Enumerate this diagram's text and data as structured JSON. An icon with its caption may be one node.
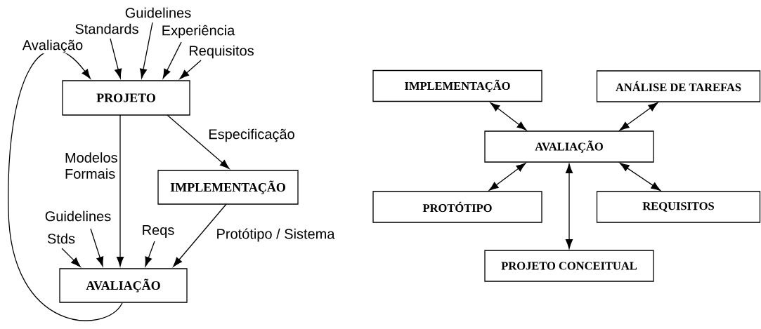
{
  "diagram": {
    "nodes": [
      {
        "text": [
          "Guidelines"
        ]
      },
      {
        "text": [
          "Standards"
        ]
      },
      {
        "text": [
          "Experiência"
        ]
      },
      {
        "text": [
          "Requisitos"
        ]
      },
      {
        "text": [
          "PROJETO"
        ]
      },
      {
        "text": [
          "IMPLEMENTAÇÃO"
        ]
      },
      {
        "text": [
          "Guidelines"
        ]
      },
      {
        "text": [
          "Stds"
        ]
      },
      {
        "text": [
          "Reqs"
        ]
      },
      {
        "text": [
          "AVALIAÇÃO"
        ]
      },
      {
        "text": [
          "IMPLEMENTAÇÃO"
        ]
      },
      {
        "text": [
          "ANÁLISE DE TAREFAS"
        ]
      },
      {
        "text": [
          "AVALIAÇÃO"
        ]
      },
      {
        "text": [
          "PROTÓTIPO"
        ]
      },
      {
        "text": [
          "REQUISITOS"
        ]
      },
      {
        "text": [
          "PROJETO CONCEITUAL"
        ]
      }
    ],
    "edges": [
      {
        "from": 1,
        "to": 4,
        "arrow": "to"
      },
      {
        "from": 0,
        "to": 4,
        "arrow": "to"
      },
      {
        "from": 2,
        "to": 4,
        "arrow": "to"
      },
      {
        "from": 3,
        "to": 4,
        "arrow": "to"
      },
      {
        "from": 9,
        "to": 4,
        "arrow": "to",
        "label": "Avaliação"
      },
      {
        "from": 4,
        "to": 9,
        "arrow": "to",
        "label": "Modelos Formais"
      },
      {
        "from": 4,
        "to": 5,
        "arrow": "to",
        "label": "Especificação"
      },
      {
        "from": 5,
        "to": 9,
        "arrow": "to",
        "label": "Protótipo / Sistema"
      },
      {
        "from": 7,
        "to": 9,
        "arrow": "to"
      },
      {
        "from": 6,
        "to": 9,
        "arrow": "to"
      },
      {
        "from": 8,
        "to": 9,
        "arrow": "to"
      },
      {
        "from": 10,
        "to": 12,
        "arrow": "both"
      },
      {
        "from": 11,
        "to": 12,
        "arrow": "both"
      },
      {
        "from": 13,
        "to": 12,
        "arrow": "both"
      },
      {
        "from": 14,
        "to": 12,
        "arrow": "both"
      },
      {
        "from": 12,
        "to": 15,
        "arrow": "both"
      }
    ]
  }
}
